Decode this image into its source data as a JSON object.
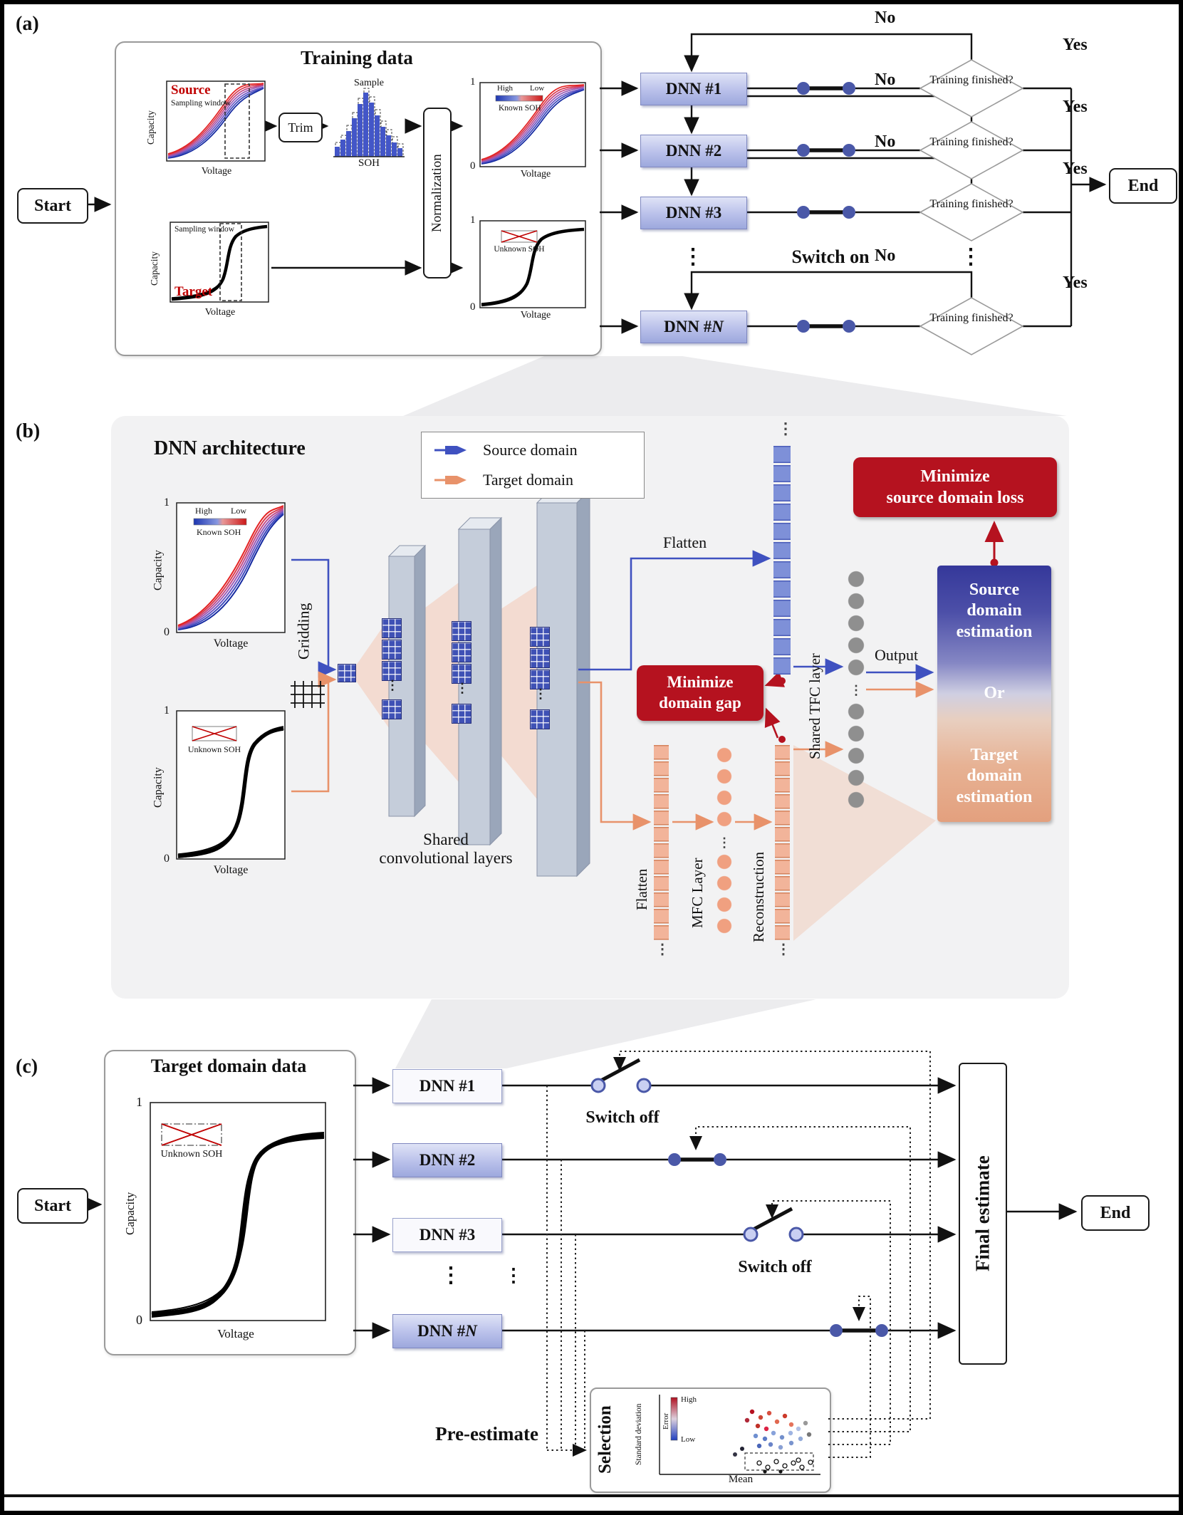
{
  "colors": {
    "accent_red": "#b5121f",
    "source_blue": "#3f51c0",
    "target_orange": "#e8926a",
    "dnn_purple": "#aab3e0",
    "switch_indigo": "#4a58a8",
    "panel_gray": "#f2f2f3"
  },
  "a": {
    "panel": "(a)",
    "start": "Start",
    "end": "End",
    "switch_on": "Switch on",
    "no": "No",
    "yes": "Yes",
    "finished_q": "Training finished?",
    "dots": "⋮",
    "dnn": [
      "DNN #1",
      "DNN #2",
      "DNN #3"
    ],
    "dnn_n_pre": "DNN #",
    "dnn_n": "N",
    "box_title": "Training data",
    "trim": "Trim",
    "sample": "Sample",
    "soh": "SOH",
    "norm": "Normalization",
    "source": "Source",
    "target": "Target",
    "window": "Sampling window",
    "capacity": "Capacity",
    "voltage": "Voltage",
    "one": "1",
    "zero": "0",
    "high": "High",
    "low": "Low",
    "known": "Known SOH",
    "unknown": "Unknown SOH"
  },
  "b": {
    "panel": "(b)",
    "title": "DNN architecture",
    "legend_source": "Source domain",
    "legend_target": "Target domain",
    "capacity": "Capacity",
    "voltage": "Voltage",
    "one": "1",
    "zero": "0",
    "high": "High",
    "low": "Low",
    "known": "Known SOH",
    "unknown": "Unknown SOH",
    "gridding": "Gridding",
    "shared_conv": [
      "Shared",
      "convolutional layers"
    ],
    "flatten_top": "Flatten",
    "flatten": "Flatten",
    "mfc": "MFC Layer",
    "recon": "Reconstruction",
    "tfc": "Shared TFC layer",
    "output": "Output",
    "min_gap": [
      "Minimize",
      "domain gap"
    ],
    "min_loss": [
      "Minimize",
      "source domain loss"
    ],
    "est_source": "Source domain estimation",
    "est_or": "Or",
    "est_target": "Target domain estimation",
    "dots": "⋮"
  },
  "c": {
    "panel": "(c)",
    "start": "Start",
    "end": "End",
    "box_title": "Target domain data",
    "capacity": "Capacity",
    "voltage": "Voltage",
    "one": "1",
    "zero": "0",
    "unknown": "Unknown SOH",
    "dnn": [
      "DNN #1",
      "DNN #2",
      "DNN #3"
    ],
    "dnn_n_pre": "DNN #",
    "dnn_n": "N",
    "dots": "⋮",
    "switch_off": "Switch off",
    "final": "Final estimate",
    "pre": "Pre-estimate",
    "selection": "Selection",
    "std": "Standard deviation",
    "mean": "Mean",
    "high": "High",
    "low": "Low",
    "error": "Error"
  }
}
